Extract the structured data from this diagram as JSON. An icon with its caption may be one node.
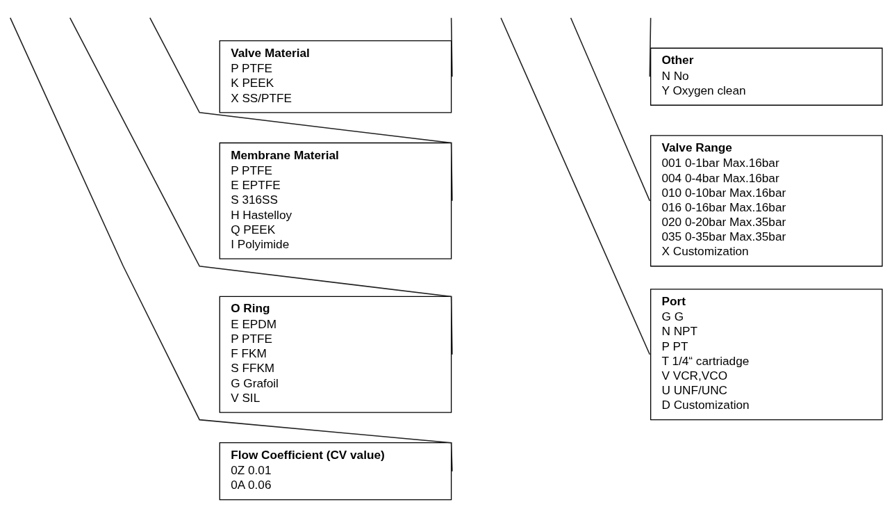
{
  "diagram": {
    "nodes": [
      {
        "text": [
          "Valve Material",
          "P PTFE",
          "K PEEK",
          "X SS/PTFE"
        ]
      },
      {
        "text": [
          "Membrane Material",
          "P PTFE",
          "E EPTFE",
          "S 316SS",
          "H Hastelloy",
          "Q PEEK",
          "I Polyimide"
        ]
      },
      {
        "text": [
          "O Ring",
          "E EPDM",
          "P PTFE",
          "F FKM",
          "S FFKM",
          "G Grafoil",
          "V SIL"
        ]
      },
      {
        "text": [
          "Flow Coefficient (CV value)",
          "0Z 0.01",
          "0A 0.06"
        ]
      },
      {
        "text": [
          "Other",
          "N No",
          "Y Oxygen clean"
        ]
      },
      {
        "text": [
          "Valve Range",
          "001 0-1bar Max.16bar",
          "004 0-4bar Max.16bar",
          "010 0-10bar Max.16bar",
          "016 0-16bar Max.16bar",
          "020 0-20bar Max.35bar",
          "035 0-35bar Max.35bar",
          "X Customization"
        ]
      },
      {
        "text": [
          "Port",
          "G G",
          "N NPT",
          "P PT",
          "T 1/4“ cartriadge",
          "V VCR,VCO",
          "U UNF/UNC",
          "D Customization"
        ]
      }
    ],
    "edges": [
      {
        "from": null,
        "to": 0,
        "arrow": "none"
      },
      {
        "from": null,
        "to": 1,
        "arrow": "none"
      },
      {
        "from": null,
        "to": 2,
        "arrow": "none"
      },
      {
        "from": null,
        "to": 3,
        "arrow": "none"
      },
      {
        "from": null,
        "to": 4,
        "arrow": "none"
      },
      {
        "from": null,
        "to": 5,
        "arrow": "none"
      },
      {
        "from": null,
        "to": 6,
        "arrow": "none"
      }
    ]
  }
}
